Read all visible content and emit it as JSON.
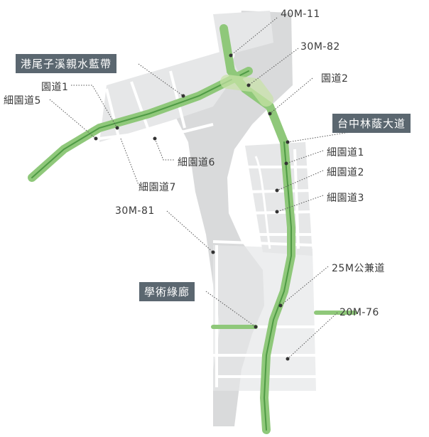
{
  "colors": {
    "corridor_green": "#8fc87a",
    "corridor_green_dark": "#4f9a45",
    "river_gray": "#c9cbcc",
    "road_white": "#ffffff",
    "tag_bg": "#5b6770",
    "leader": "#555555"
  },
  "labels": {
    "l_40m11": "40M-11",
    "l_30m82": "30M-82",
    "l_garden2": "園道2",
    "l_garden1": "園道1",
    "l_sub5": "細園道5",
    "l_sub6": "細園道6",
    "l_sub7": "細園道7",
    "l_subA1": "細園道1",
    "l_subA2": "細園道2",
    "l_subA3": "細園道3",
    "l_30m81": "30M-81",
    "l_25m": "25M公兼道",
    "l_20m76": "20M-76"
  },
  "tags": {
    "t_creek": "港尾子溪親水藍帶",
    "t_blvd": "台中林蔭大道",
    "t_corridor": "學術綠廊"
  }
}
